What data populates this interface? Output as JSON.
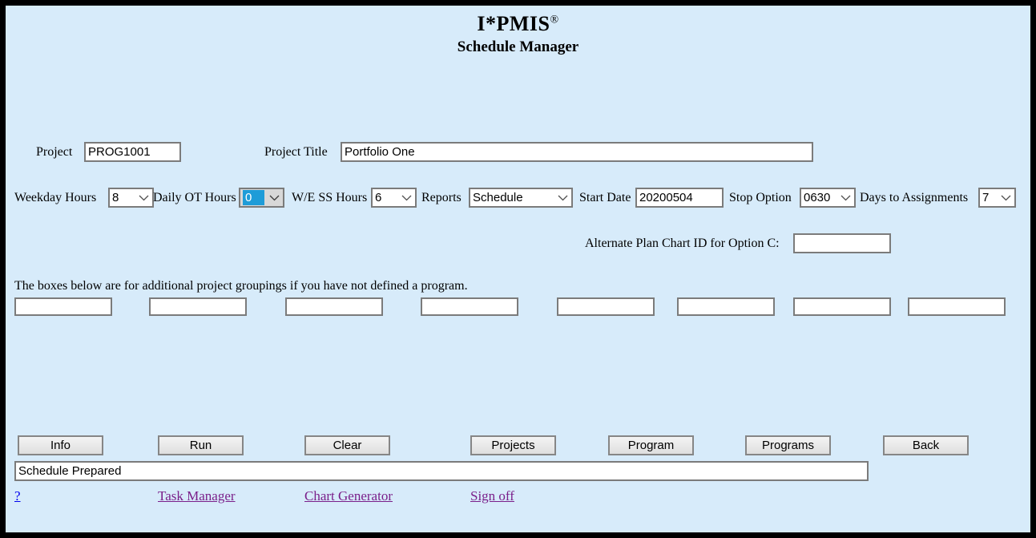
{
  "header": {
    "title": "I*PMIS",
    "registered": "®",
    "subtitle": "Schedule Manager"
  },
  "fields": {
    "project": {
      "label": "Project",
      "value": "PROG1001"
    },
    "project_title": {
      "label": "Project Title",
      "value": "Portfolio One"
    },
    "weekday_hours": {
      "label": "Weekday Hours",
      "value": "8"
    },
    "daily_ot_hours": {
      "label": "Daily OT Hours",
      "value": "0",
      "highlighted": true
    },
    "we_ss_hours": {
      "label": "W/E SS Hours",
      "value": "6"
    },
    "reports": {
      "label": "Reports",
      "value": "Schedule"
    },
    "start_date": {
      "label": "Start Date",
      "value": "20200504"
    },
    "stop_option": {
      "label": "Stop Option",
      "value": "0630"
    },
    "days_to_assignments": {
      "label": "Days to Assignments",
      "value": "7"
    },
    "alternate_chart_id": {
      "label": "Alternate Plan Chart ID for Option C:",
      "value": ""
    }
  },
  "groupings": {
    "instruction": "The boxes below are for additional project groupings if you have not defined a program.",
    "boxes": [
      "",
      "",
      "",
      "",
      "",
      "",
      "",
      ""
    ]
  },
  "buttons": {
    "info": "Info",
    "run": "Run",
    "clear": "Clear",
    "projects": "Projects",
    "program": "Program",
    "programs": "Programs",
    "back": "Back"
  },
  "status": {
    "message": "Schedule Prepared"
  },
  "links": {
    "help": "?",
    "task_manager": "Task Manager",
    "chart_generator": "Chart Generator",
    "sign_off": "Sign off"
  },
  "colors": {
    "page_background": "#d7ebfa",
    "frame_border": "#000000",
    "select_highlight": "#1e9cd8",
    "link_unvisited": "#0000ee",
    "link_visited": "#7a1f8a"
  }
}
